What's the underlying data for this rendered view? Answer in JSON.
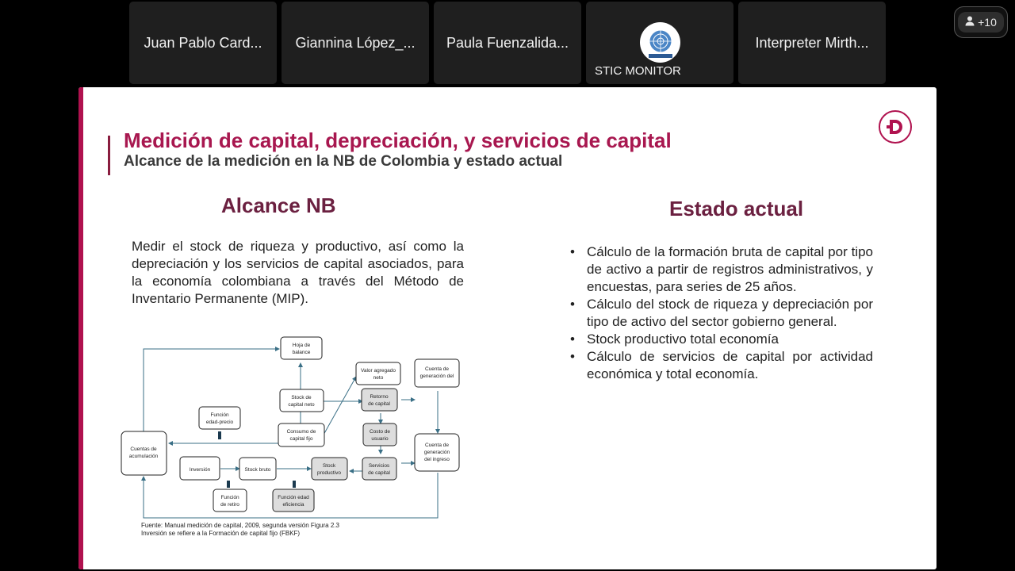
{
  "participants": [
    {
      "name": "Juan Pablo Card..."
    },
    {
      "name": "Giannina López_..."
    },
    {
      "name": "Paula Fuenzalida..."
    },
    {
      "name": "STIC MONITOR",
      "has_logo": true
    },
    {
      "name": "Interpreter Mirth..."
    }
  ],
  "overflow": {
    "label": "+10",
    "icon": "person-icon"
  },
  "slide": {
    "title": "Medición de capital, depreciación, y servicios de capital",
    "subtitle": "Alcance de la medición en la NB de Colombia y estado actual",
    "logo_icon": "d-logo-icon",
    "accent_color": "#b0124f",
    "left_heading": "Alcance NB",
    "left_text": "Medir el stock de riqueza y productivo,  así como la depreciación y los servicios de capital asociados, para la economía colombiana a través del Método de Inventario Permanente (MIP).",
    "right_heading": "Estado actual",
    "bullets": [
      "Cálculo de la formación bruta de capital por tipo de activo a partir de registros administrativos, y encuestas, para series de 25 años.",
      "Cálculo del stock de riqueza y depreciación por tipo de activo del sector gobierno general.",
      "Stock productivo total economía",
      "Cálculo de servicios de capital por actividad económica y total  economía."
    ],
    "diagram": {
      "hoja_balance": [
        "Hoja de",
        "balance"
      ],
      "valor_agregado": [
        "Valor agregado",
        "neto"
      ],
      "cuenta_gen": [
        "Cuenta de",
        "generación del"
      ],
      "stock_neto": [
        "Stock de",
        "capital neto"
      ],
      "retorno": [
        "Retorno",
        "de capital"
      ],
      "funcion_edad": [
        "Función",
        "edad-precio"
      ],
      "consumo": [
        "Consumo de",
        "capital fijo"
      ],
      "costo_usuario": [
        "Costo de",
        "usuario"
      ],
      "cuentas_acum": [
        "Cuentas de",
        "acumulación"
      ],
      "cuenta_gen_ingreso": [
        "Cuenta de",
        "generación",
        "del ingreso"
      ],
      "inversion": "Inversión",
      "stock_bruto": "Stock bruto",
      "stock_productivo": [
        "Stock",
        "productivo"
      ],
      "servicios": [
        "Servicios",
        "de capital"
      ],
      "funcion_retiro": [
        "Función",
        "de retiro"
      ],
      "funcion_eficiencia": [
        "Función edad",
        "eficiencia"
      ]
    },
    "source_lines": [
      "Fuente: Manual medición de capital, 2009, segunda versión Figura 2.3",
      "Inversión se refiere a la Formación de capital fijo (FBKF)"
    ]
  }
}
